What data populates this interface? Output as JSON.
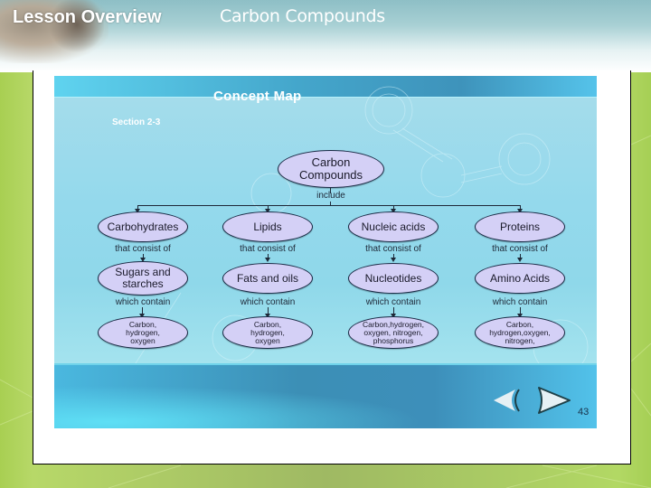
{
  "header": {
    "lesson_title": "Lesson Overview",
    "topic_title": "Carbon Compounds"
  },
  "slide": {
    "title": "Concept Map",
    "section": "Section 2-3",
    "page_number": "43",
    "nav": {
      "prev_icon": "prev-arrow-icon",
      "next_icon": "next-arrow-icon"
    }
  },
  "concept_map": {
    "root": {
      "line1": "Carbon",
      "line2": "Compounds"
    },
    "root_link": "include",
    "level1_link": "that consist of",
    "level2_link": "which contain",
    "branches": [
      {
        "category": "Carbohydrates",
        "consists_of": {
          "line1": "Sugars and",
          "line2": "starches"
        },
        "contains": {
          "line1": "Carbon,",
          "line2": "hydrogen,",
          "line3": "oxygen"
        }
      },
      {
        "category": "Lipids",
        "consists_of": {
          "line1": "Fats and oils",
          "line2": ""
        },
        "contains": {
          "line1": "Carbon,",
          "line2": "hydrogen,",
          "line3": "oxygen"
        }
      },
      {
        "category": "Nucleic acids",
        "consists_of": {
          "line1": "Nucleotides",
          "line2": ""
        },
        "contains": {
          "line1": "Carbon,hydrogen,",
          "line2": "oxygen,  nitrogen,",
          "line3": "phosphorus"
        }
      },
      {
        "category": "Proteins",
        "consists_of": {
          "line1": "Amino Acids",
          "line2": ""
        },
        "contains": {
          "line1": "Carbon,",
          "line2": "hydrogen,oxygen,",
          "line3": "nitrogen,"
        }
      }
    ]
  },
  "colors": {
    "node_fill": "#d4d0f6",
    "node_border": "#1a2a45",
    "panel_top": "#44a6cb",
    "panel_body": "#94d9ec",
    "background_green": "#a8cf52"
  }
}
